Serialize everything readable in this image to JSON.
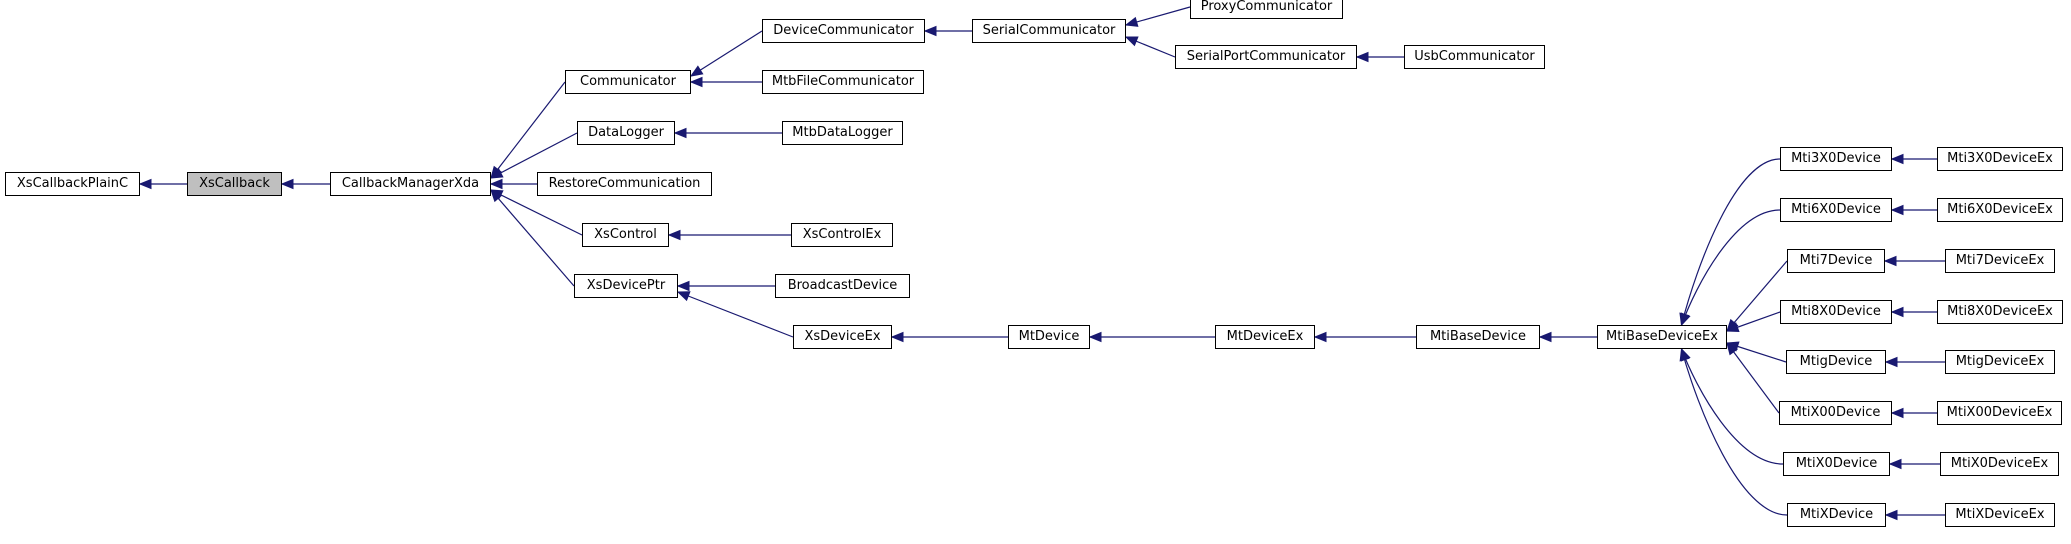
{
  "colors": {
    "edge": "#191970",
    "highlight": "#bfbfbf",
    "border": "#000000"
  },
  "highlighted_class": "XsCallback",
  "nodes": [
    {
      "id": "plainc",
      "label": "XsCallbackPlainC"
    },
    {
      "id": "xscb",
      "label": "XsCallback"
    },
    {
      "id": "cbm",
      "label": "CallbackManagerXda"
    },
    {
      "id": "comm",
      "label": "Communicator"
    },
    {
      "id": "dlog",
      "label": "DataLogger"
    },
    {
      "id": "restore",
      "label": "RestoreCommunication"
    },
    {
      "id": "xsctrl",
      "label": "XsControl"
    },
    {
      "id": "xsdp",
      "label": "XsDevicePtr"
    },
    {
      "id": "devcomm",
      "label": "DeviceCommunicator"
    },
    {
      "id": "mtbfc",
      "label": "MtbFileCommunicator"
    },
    {
      "id": "mtbdl",
      "label": "MtbDataLogger"
    },
    {
      "id": "xsctrlex",
      "label": "XsControlEx"
    },
    {
      "id": "bcast",
      "label": "BroadcastDevice"
    },
    {
      "id": "xsdevex",
      "label": "XsDeviceEx"
    },
    {
      "id": "sercomm",
      "label": "SerialCommunicator"
    },
    {
      "id": "proxy",
      "label": "ProxyCommunicator"
    },
    {
      "id": "spc",
      "label": "SerialPortCommunicator"
    },
    {
      "id": "usb",
      "label": "UsbCommunicator"
    },
    {
      "id": "mtdev",
      "label": "MtDevice"
    },
    {
      "id": "mtdevex",
      "label": "MtDeviceEx"
    },
    {
      "id": "mtibase",
      "label": "MtiBaseDevice"
    },
    {
      "id": "mtibaseex",
      "label": "MtiBaseDeviceEx"
    },
    {
      "id": "m3x0",
      "label": "Mti3X0Device"
    },
    {
      "id": "m6x0",
      "label": "Mti6X0Device"
    },
    {
      "id": "m7",
      "label": "Mti7Device"
    },
    {
      "id": "m8x0",
      "label": "Mti8X0Device"
    },
    {
      "id": "mtig",
      "label": "MtigDevice"
    },
    {
      "id": "mx00",
      "label": "MtiX00Device"
    },
    {
      "id": "mx0",
      "label": "MtiX0Device"
    },
    {
      "id": "mx",
      "label": "MtiXDevice"
    },
    {
      "id": "m3x0ex",
      "label": "Mti3X0DeviceEx"
    },
    {
      "id": "m6x0ex",
      "label": "Mti6X0DeviceEx"
    },
    {
      "id": "m7ex",
      "label": "Mti7DeviceEx"
    },
    {
      "id": "m8x0ex",
      "label": "Mti8X0DeviceEx"
    },
    {
      "id": "mtigex",
      "label": "MtigDeviceEx"
    },
    {
      "id": "mx00ex",
      "label": "MtiX00DeviceEx"
    },
    {
      "id": "mx0ex",
      "label": "MtiX0DeviceEx"
    },
    {
      "id": "mxex",
      "label": "MtiXDeviceEx"
    }
  ],
  "edges": [
    {
      "from": "xscb",
      "to": "plainc"
    },
    {
      "from": "cbm",
      "to": "xscb"
    },
    {
      "from": "comm",
      "to": "cbm"
    },
    {
      "from": "dlog",
      "to": "cbm"
    },
    {
      "from": "restore",
      "to": "cbm"
    },
    {
      "from": "xsctrl",
      "to": "cbm"
    },
    {
      "from": "xsdp",
      "to": "cbm"
    },
    {
      "from": "devcomm",
      "to": "comm"
    },
    {
      "from": "mtbfc",
      "to": "comm"
    },
    {
      "from": "mtbdl",
      "to": "dlog"
    },
    {
      "from": "xsctrlex",
      "to": "xsctrl"
    },
    {
      "from": "bcast",
      "to": "xsdp"
    },
    {
      "from": "xsdevex",
      "to": "xsdp"
    },
    {
      "from": "sercomm",
      "to": "devcomm"
    },
    {
      "from": "proxy",
      "to": "sercomm"
    },
    {
      "from": "spc",
      "to": "sercomm"
    },
    {
      "from": "usb",
      "to": "spc"
    },
    {
      "from": "mtdev",
      "to": "xsdevex"
    },
    {
      "from": "mtdevex",
      "to": "mtdev"
    },
    {
      "from": "mtibase",
      "to": "mtdevex"
    },
    {
      "from": "mtibaseex",
      "to": "mtibase"
    },
    {
      "from": "m3x0",
      "to": "mtibaseex"
    },
    {
      "from": "m6x0",
      "to": "mtibaseex"
    },
    {
      "from": "m7",
      "to": "mtibaseex"
    },
    {
      "from": "m8x0",
      "to": "mtibaseex"
    },
    {
      "from": "mtig",
      "to": "mtibaseex"
    },
    {
      "from": "mx00",
      "to": "mtibaseex"
    },
    {
      "from": "mx0",
      "to": "mtibaseex"
    },
    {
      "from": "mx",
      "to": "mtibaseex"
    },
    {
      "from": "m3x0ex",
      "to": "m3x0"
    },
    {
      "from": "m6x0ex",
      "to": "m6x0"
    },
    {
      "from": "m7ex",
      "to": "m7"
    },
    {
      "from": "m8x0ex",
      "to": "m8x0"
    },
    {
      "from": "mtigex",
      "to": "mtig"
    },
    {
      "from": "mx00ex",
      "to": "mx00"
    },
    {
      "from": "mx0ex",
      "to": "mx0"
    },
    {
      "from": "mxex",
      "to": "mx"
    }
  ]
}
